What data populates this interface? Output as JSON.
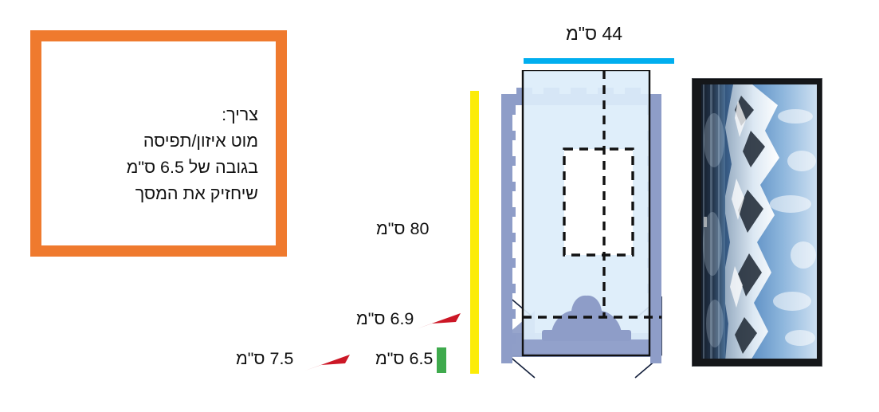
{
  "callout": {
    "border_color": "#ef7a2e",
    "lines": [
      "צריך:",
      "מוט איזון/תפיסה",
      "בגובה של 6.5 ס\"מ",
      "שיחזיק את המסך"
    ]
  },
  "dimensions": {
    "height_label": "80 ס\"מ",
    "width_label": "44 ס\"מ",
    "depth_label_69": "6.9 ס\"מ",
    "depth_label_65": "6.5 ס\"מ",
    "depth_label_75": "7.5 ס\"מ"
  },
  "markers": {
    "yellow_bar_color": "#fcec07",
    "green_bar_color": "#3faa4d",
    "blue_bar_color": "#00aeef",
    "red_arrow_color": "#cc1726"
  },
  "diagram": {
    "enclosure_fill": "#dcedfa",
    "frame_color": "#8e9dc8",
    "base_color": "#8e9dc8",
    "outline_color": "#111111"
  },
  "screen": {
    "bezel_color": "#15171a",
    "image_description": "snow covered mountain landscape rotated portrait"
  }
}
